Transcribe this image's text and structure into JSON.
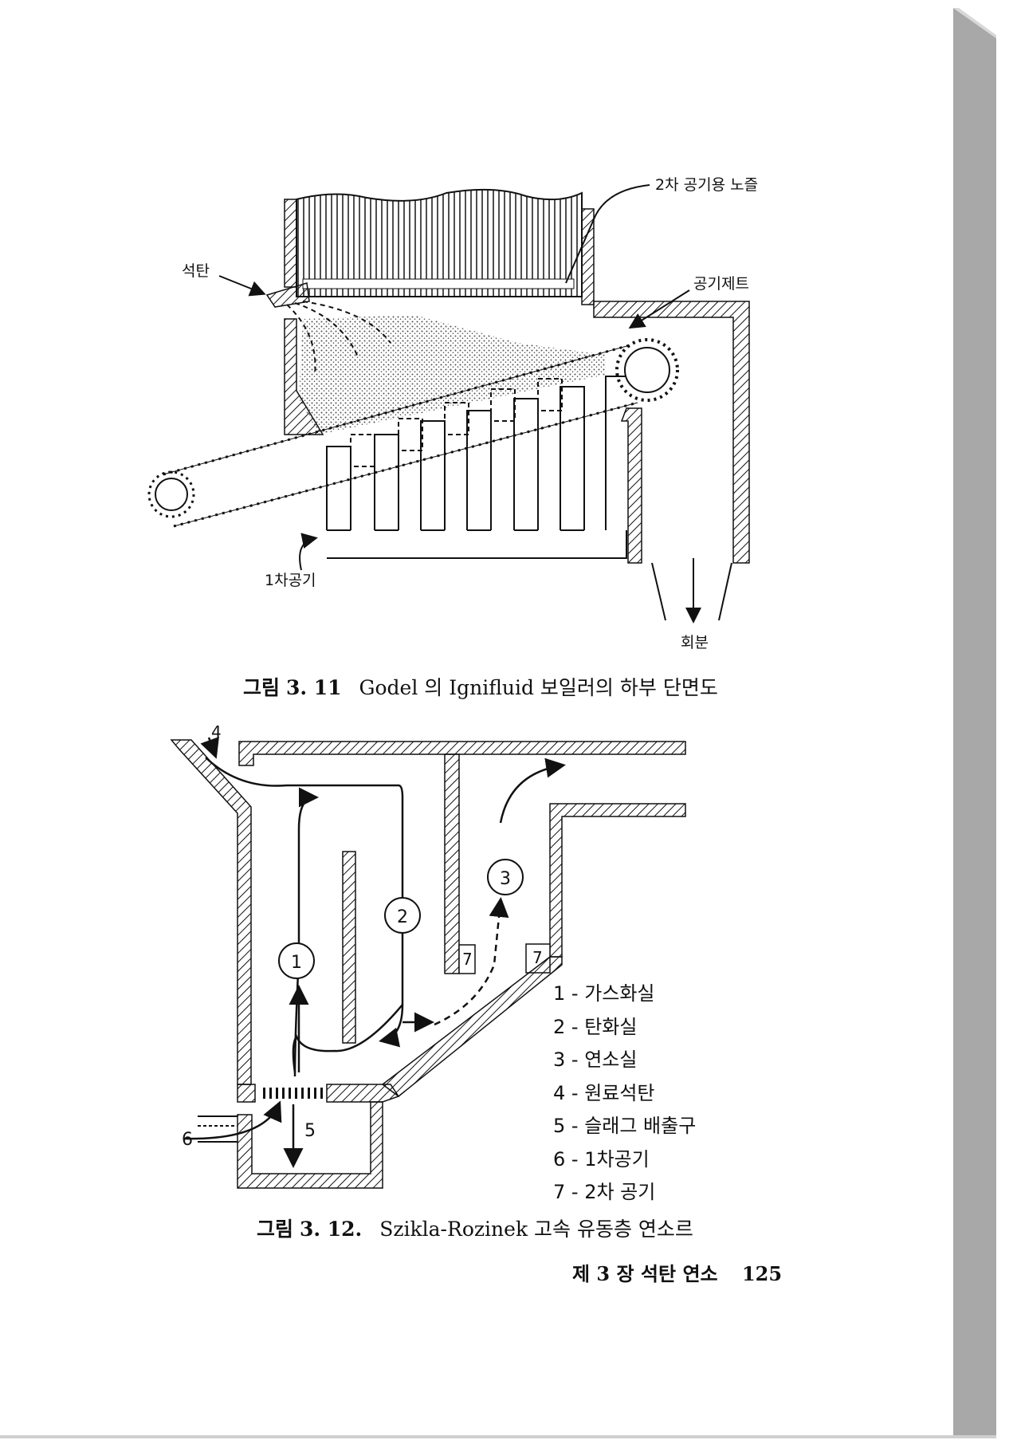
{
  "figure1": {
    "labels": {
      "nozzle": "2차 공기용 노즐",
      "coal": "석탄",
      "air_jet": "공기제트",
      "primary_air": "1차공기",
      "ash": "회분"
    },
    "caption": {
      "label": "그림",
      "number": "3. 11",
      "text": "Godel 의  Ignifluid 보일러의 하부 단면도"
    }
  },
  "figure2": {
    "labels": {
      "n4": "4",
      "n5": "5",
      "n6": "6",
      "c1": "1",
      "c2": "2",
      "c3": "3",
      "n7a": "7",
      "n7b": "7"
    },
    "legend": [
      "1 - 가스화실",
      "2 - 탄화실",
      "3 - 연소실",
      "4 - 원료석탄",
      "5 - 슬래그 배출구",
      "6 - 1차공기",
      "7 - 2차 공기"
    ],
    "caption": {
      "label": "그림",
      "number": "3. 12.",
      "text": "Szikla-Rozinek 고속 유동층 연소르"
    }
  },
  "footer": {
    "chapter": "제 3 장  석탄 연소",
    "page_number": "125"
  },
  "colors": {
    "ink": "#111111",
    "page_edge": "#9a9a9a"
  }
}
